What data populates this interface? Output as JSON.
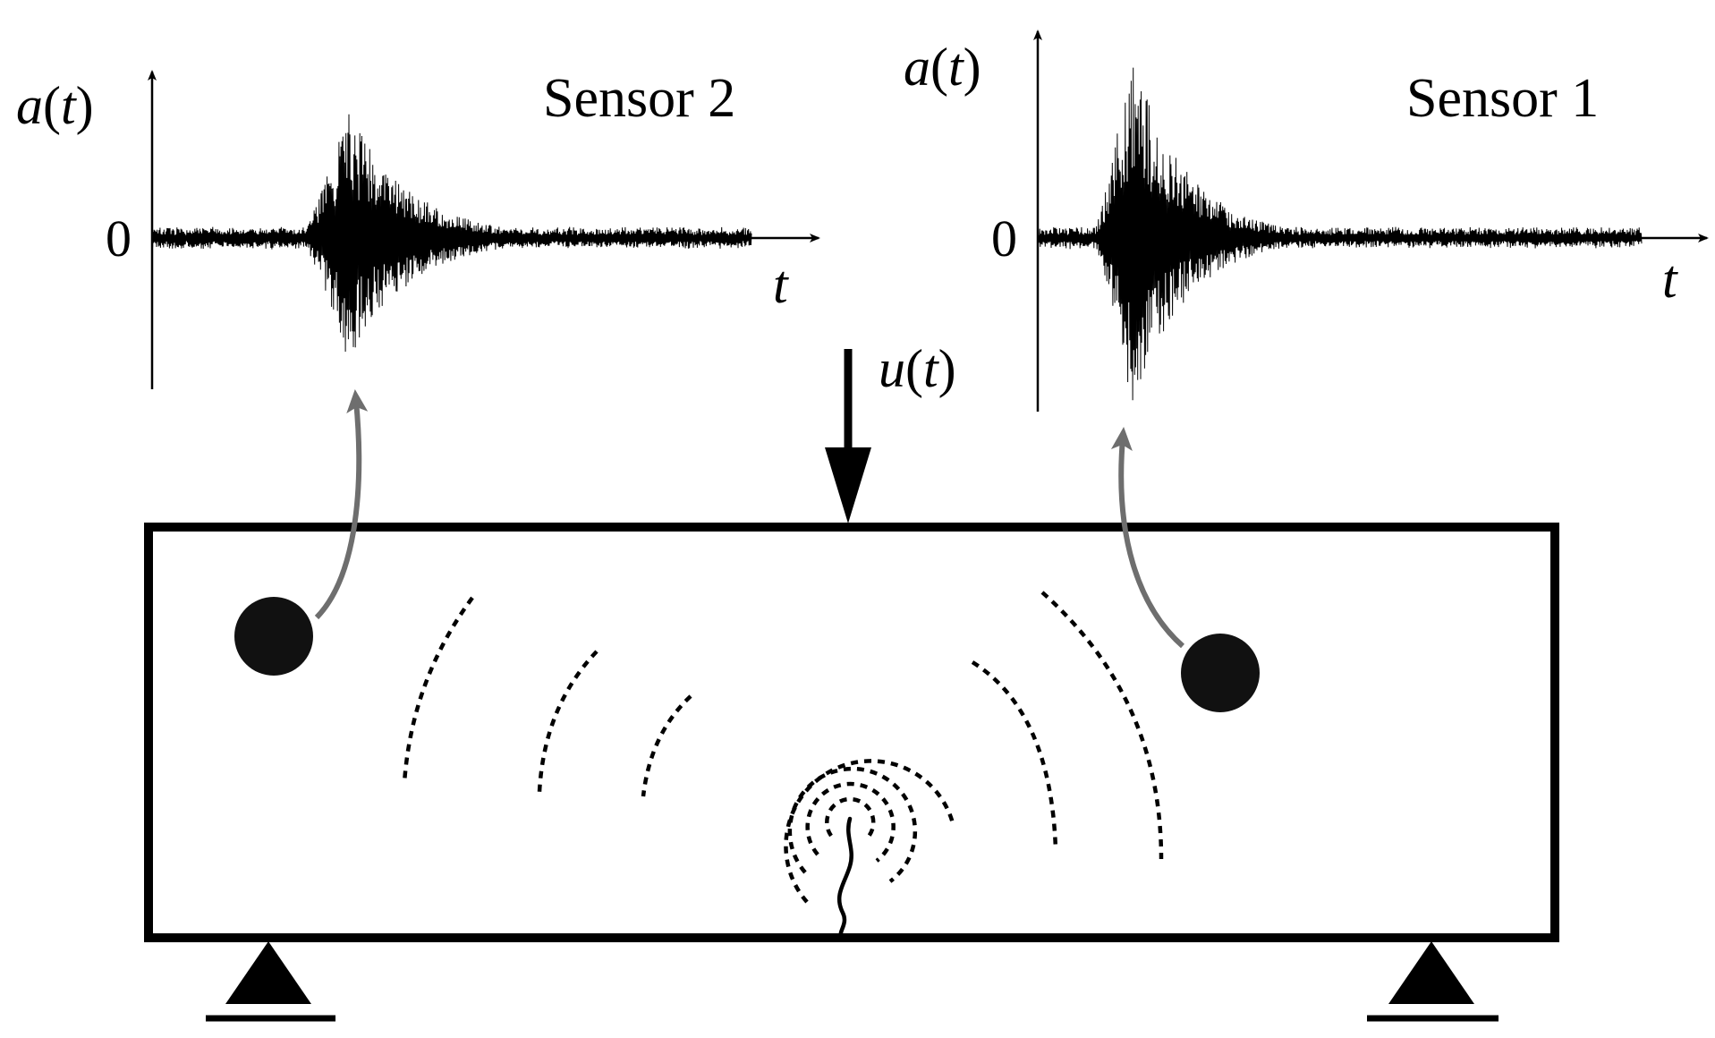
{
  "sensor2": {
    "title": "Sensor 2",
    "y_axis_label": "a(t)",
    "y_axis_fn": "a",
    "y_axis_arg": "t",
    "zero_label": "0",
    "x_axis_label": "t"
  },
  "sensor1": {
    "title": "Sensor 1",
    "y_axis_label": "a(t)",
    "y_axis_fn": "a",
    "y_axis_arg": "t",
    "zero_label": "0",
    "x_axis_label": "t"
  },
  "load": {
    "label": "u(t)",
    "fn": "u",
    "arg": "t"
  },
  "colors": {
    "ink": "#000000",
    "connector": "#6e6e6e",
    "background": "#ffffff"
  }
}
